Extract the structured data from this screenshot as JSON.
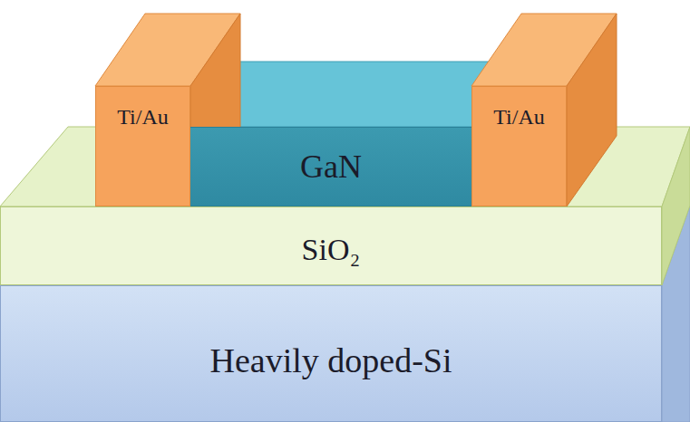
{
  "diagram": {
    "nodes": [
      {
        "text": [
          "Ti/Au"
        ]
      },
      {
        "text": [
          "GaN"
        ]
      },
      {
        "text": [
          "Ti/Au"
        ]
      },
      {
        "text": [
          "SiO₂"
        ]
      },
      {
        "text": [
          "Heavily doped-Si"
        ]
      }
    ]
  }
}
